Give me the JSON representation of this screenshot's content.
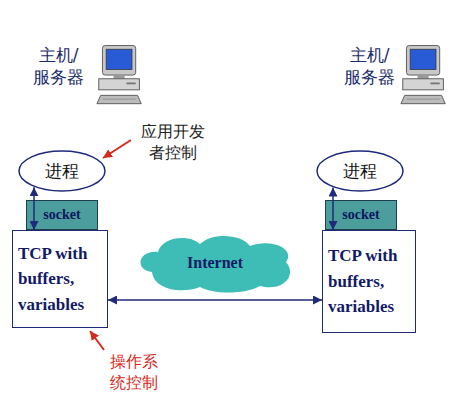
{
  "diagram": {
    "nodes": [
      {
        "text": [
          "进程"
        ]
      },
      {
        "text": [
          "进程"
        ]
      },
      {
        "text": [
          "socket"
        ]
      },
      {
        "text": [
          "socket"
        ]
      },
      {
        "text": [
          "TCP with buffers, variables"
        ]
      },
      {
        "text": [
          "Internet"
        ]
      },
      {
        "text": [
          "TCP with buffers, variables"
        ]
      }
    ],
    "edges": [
      {
        "from": 0,
        "to": 4,
        "arrow": "both"
      },
      {
        "from": 1,
        "to": 6,
        "arrow": "both"
      },
      {
        "from": 4,
        "to": 6,
        "arrow": "both"
      }
    ],
    "labels": [
      "主机/ 服务器",
      "主机/ 服务器",
      "应用开发者控制",
      "操作系统控制"
    ]
  }
}
